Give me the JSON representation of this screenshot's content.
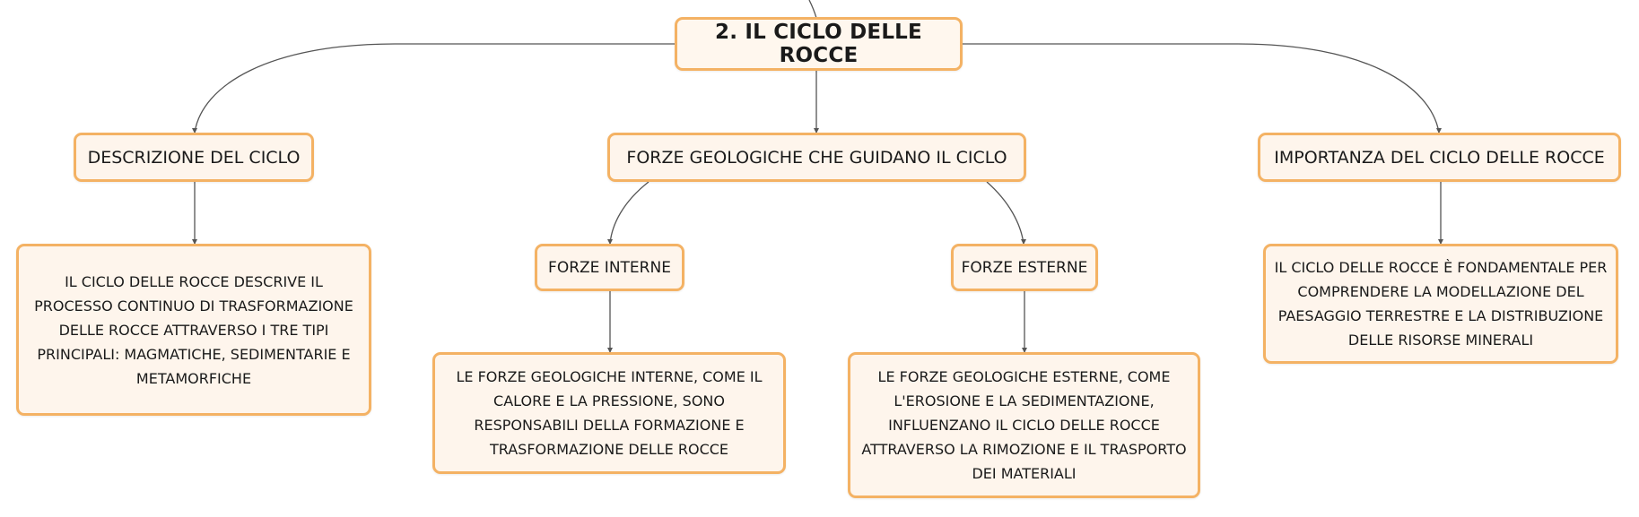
{
  "colors": {
    "node_fill": "#fef5ec",
    "node_border": "#f4b264",
    "connector": "#555555",
    "text": "#1a1a1a"
  },
  "diagram": {
    "root": {
      "label": "2. IL CICLO DELLE ROCCE"
    },
    "branches": [
      {
        "label": "DESCRIZIONE DEL CICLO",
        "detail": "IL CICLO DELLE ROCCE DESCRIVE IL PROCESSO CONTINUO DI TRASFORMAZIONE DELLE ROCCE ATTRAVERSO I TRE TIPI PRINCIPALI: MAGMATICHE, SEDIMENTARIE E METAMORFICHE"
      },
      {
        "label": "FORZE GEOLOGICHE CHE GUIDANO IL CICLO",
        "children": [
          {
            "label": "FORZE INTERNE",
            "detail": "LE FORZE GEOLOGICHE INTERNE, COME IL CALORE E LA PRESSIONE, SONO RESPONSABILI DELLA FORMAZIONE E TRASFORMAZIONE DELLE ROCCE"
          },
          {
            "label": "FORZE ESTERNE",
            "detail": "LE FORZE GEOLOGICHE ESTERNE, COME L'EROSIONE E LA SEDIMENTAZIONE, INFLUENZANO IL CICLO DELLE ROCCE ATTRAVERSO LA RIMOZIONE E IL TRASPORTO DEI MATERIALI"
          }
        ]
      },
      {
        "label": "IMPORTANZA DEL CICLO DELLE ROCCE",
        "detail": "IL CICLO DELLE ROCCE È FONDAMENTALE PER COMPRENDERE LA MODELLAZIONE DEL PAESAGGIO TERRESTRE E LA DISTRIBUZIONE DELLE RISORSE MINERALI"
      }
    ]
  }
}
